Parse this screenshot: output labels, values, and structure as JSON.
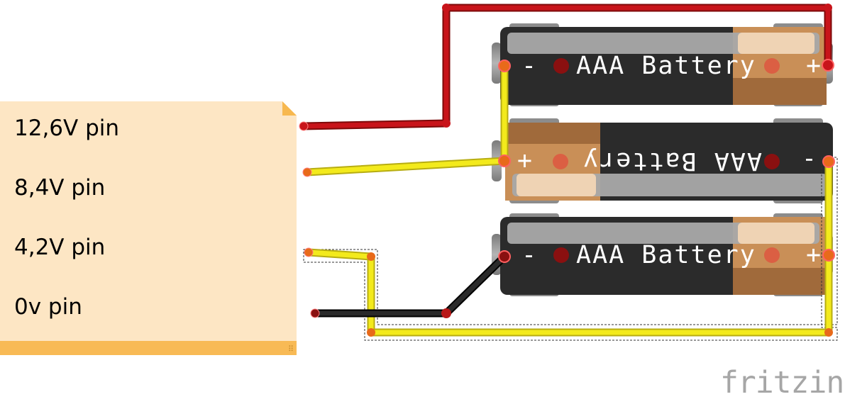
{
  "note": {
    "pins": [
      {
        "label": "12,6V pin"
      },
      {
        "label": "8,4V pin"
      },
      {
        "label": "4,2V pin"
      },
      {
        "label": "0v pin"
      }
    ]
  },
  "batteries": [
    {
      "minus": "-",
      "label": "AAA Battery",
      "plus": "+"
    },
    {
      "minus": "-",
      "label": "AAA Battery",
      "plus": "+"
    },
    {
      "minus": "-",
      "label": "AAA Battery",
      "plus": "+"
    }
  ],
  "watermark": "fritzing",
  "colors": {
    "wire_red": "#c8141a",
    "wire_yellow": "#f3ea1c",
    "wire_black": "#1c1c1c",
    "battery_body": "#2b2b2b",
    "battery_cap": "#c98f57",
    "note": "#fde6c4"
  }
}
